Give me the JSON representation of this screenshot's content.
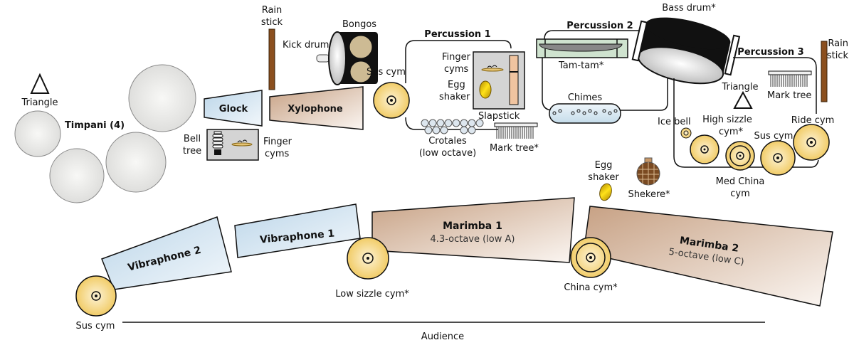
{
  "title": "Percussion stage layout",
  "labels": {
    "triangle_left": "Triangle",
    "timpani": "Timpani (4)",
    "rain_stick_left_1": "Rain",
    "rain_stick_left_2": "stick",
    "kick_drum": "Kick drum",
    "bongos": "Bongos",
    "glock": "Glock",
    "xylophone": "Xylophone",
    "bell_tree_1": "Bell",
    "bell_tree_2": "tree",
    "finger_cyms_left_1": "Finger",
    "finger_cyms_left_2": "cyms",
    "percussion_1": "Percussion 1",
    "sus_cym_p1": "Sus cym",
    "finger_cyms_p1_1": "Finger",
    "finger_cyms_p1_2": "cyms",
    "egg_shaker_p1_1": "Egg",
    "egg_shaker_p1_2": "shaker",
    "slapstick": "Slapstick",
    "crotales_1": "Crotales",
    "crotales_2": "(low octave)",
    "mark_tree_p1": "Mark tree*",
    "percussion_2": "Percussion 2",
    "tam_tam": "Tam-tam*",
    "chimes": "Chimes",
    "bass_drum": "Bass drum*",
    "ice_bell": "Ice bell",
    "percussion_3": "Percussion 3",
    "rain_stick_right_1": "Rain",
    "rain_stick_right_2": "stick",
    "triangle_p3": "Triangle",
    "mark_tree_p3": "Mark tree",
    "high_sizzle_1": "High sizzle",
    "high_sizzle_2": "cym*",
    "sus_cym_p3": "Sus cym",
    "ride_cym": "Ride cym",
    "med_china_1": "Med China",
    "med_china_2": "cym",
    "egg_shaker_mid_1": "Egg",
    "egg_shaker_mid_2": "shaker",
    "shekere": "Shekere*",
    "vibraphone_2": "Vibraphone 2",
    "vibraphone_1": "Vibraphone 1",
    "marimba_1": "Marimba 1",
    "marimba_1_sub": "4.3-octave (low A)",
    "marimba_2": "Marimba 2",
    "marimba_2_sub": "5-octave (low C)",
    "sus_cym_front": "Sus cym",
    "low_sizzle": "Low sizzle cym*",
    "china_cym": "China cym*",
    "audience": "Audience"
  },
  "colors": {
    "cymbal": "#f3cf73",
    "timpani": "#ebebea",
    "mallet_blue": "#c9dfed",
    "mallet_brown": "#c9a68a",
    "rain_stick": "#8b4f1e",
    "tam_tam_box": "#cfe3cf",
    "box_gray": "#d4d4d4"
  }
}
